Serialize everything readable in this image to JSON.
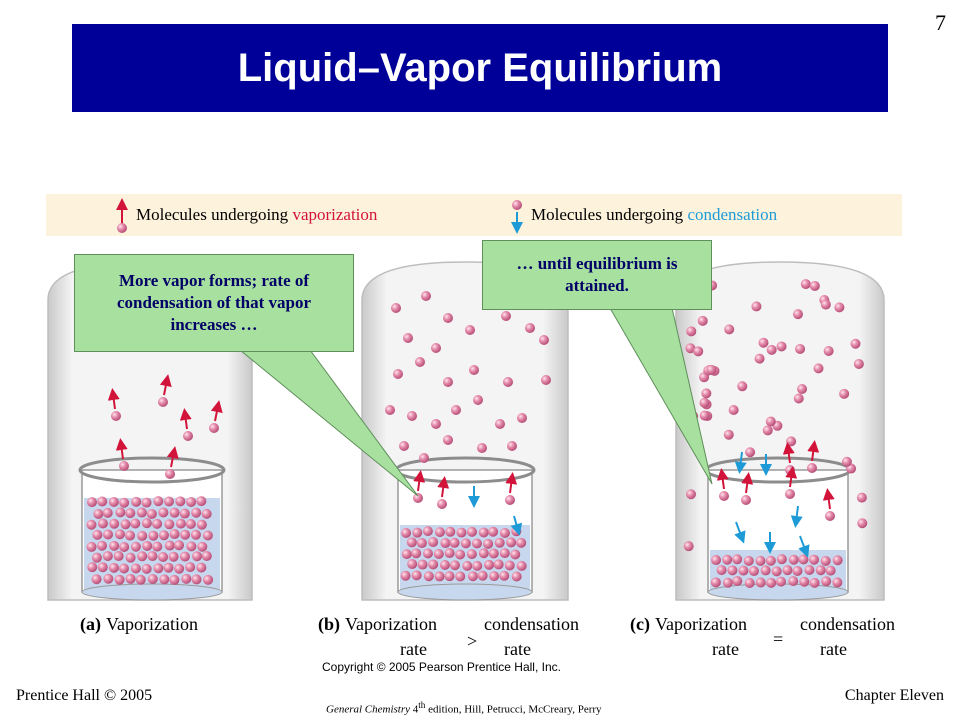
{
  "slide": {
    "number": "7",
    "title": "Liquid–Vapor Equilibrium"
  },
  "legend": {
    "prefix": "Molecules undergoing ",
    "vaporization_word": "vaporization",
    "condensation_word": "condensation",
    "vaporization_color": "#d2143a",
    "condensation_color": "#1e9bd7"
  },
  "callouts": {
    "left": "More vapor forms; rate of condensation of that vapor increases …",
    "right": "… until equilibrium is attained."
  },
  "captions": {
    "a_label": "(a)",
    "a_text": "Vaporization",
    "b_label": "(b)",
    "b_left": "Vaporization",
    "b_right": "condensation",
    "b_left2": "rate",
    "b_right2": "rate",
    "b_sym": ">",
    "c_label": "(c)",
    "c_left": "Vaporization",
    "c_right": "condensation",
    "c_left2": "rate",
    "c_right2": "rate",
    "c_sym": "="
  },
  "copyright": "Copyright © 2005 Pearson Prentice Hall, Inc.",
  "footer": {
    "left": "Prentice Hall © 2005",
    "right": "Chapter Eleven",
    "center_italic": "General Chemistry",
    "center_rest_a": " 4",
    "center_sup": "th",
    "center_rest_b": " edition, Hill, Petrucci, McCreary, Perry"
  },
  "colors": {
    "title_bg": "#000099",
    "callout_bg": "#a8e0a0",
    "legend_bg": "#fdf3dc",
    "molecule": "#e08aa8",
    "liquid": "#c7d8ee"
  }
}
